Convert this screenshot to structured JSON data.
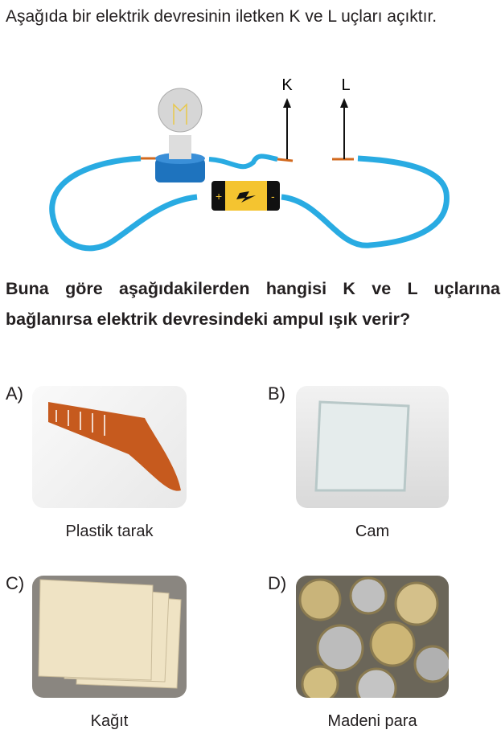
{
  "intro": "Aşağıda bir elektrik devresinin iletken K ve L uçları açıktır.",
  "circuit": {
    "k_label": "K",
    "l_label": "L",
    "plus": "+",
    "minus": "-"
  },
  "question": "Buna göre aşağıdakilerden hangisi K ve L uçlarına bağlanırsa elektrik devresindeki ampul ışık verir?",
  "options": [
    {
      "letter": "A)",
      "caption": "Plastik tarak"
    },
    {
      "letter": "B)",
      "caption": "Cam"
    },
    {
      "letter": "C)",
      "caption": "Kağıt"
    },
    {
      "letter": "D)",
      "caption": "Madeni para"
    }
  ]
}
